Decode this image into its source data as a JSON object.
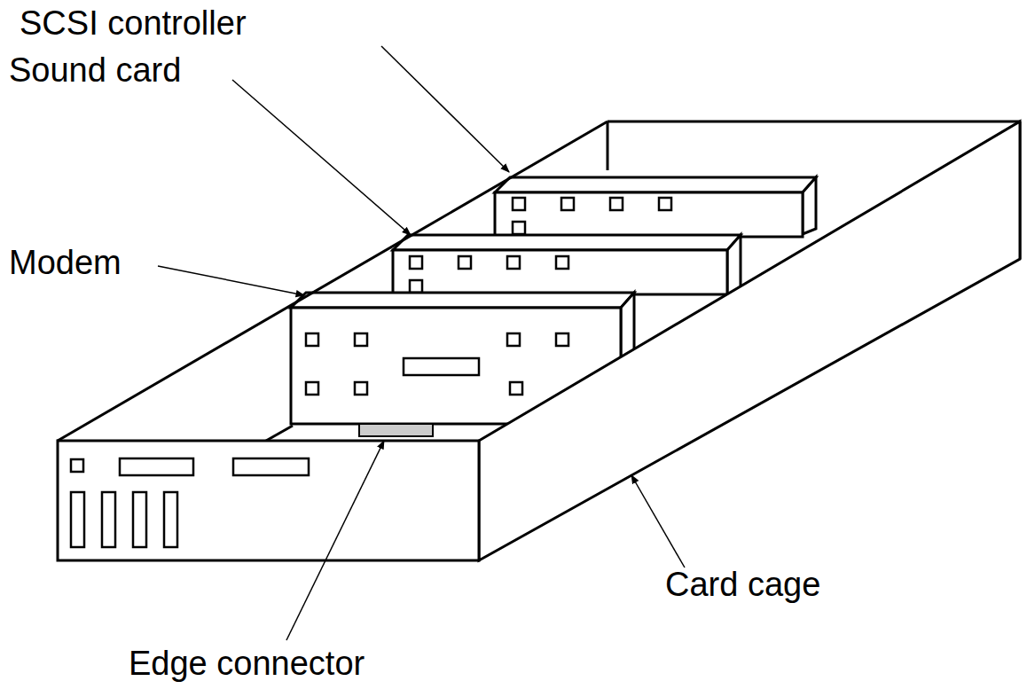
{
  "diagram": {
    "labels": [
      "SCSI controller",
      "Sound card",
      "Modem",
      "Card cage",
      "Edge connector"
    ]
  }
}
